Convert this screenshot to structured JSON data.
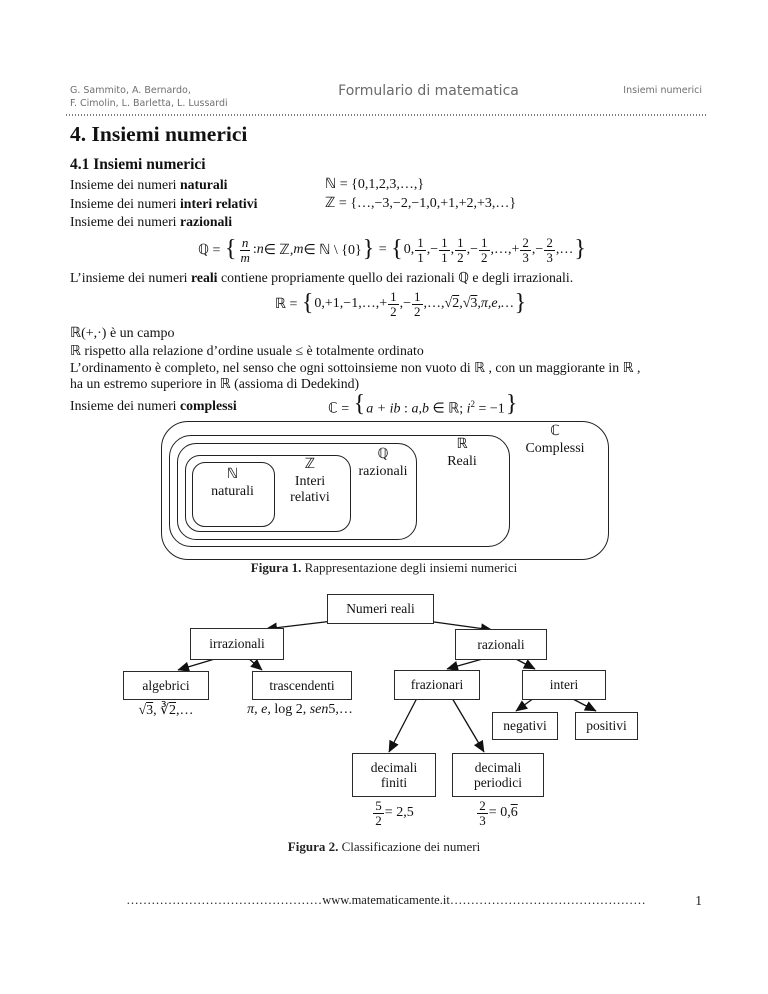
{
  "header": {
    "authors_line1": "G. Sammito, A. Bernardo,",
    "authors_line2": "F. Cimolin, L. Barletta, L. Lussardi",
    "doc_title": "Formulario di matematica",
    "section_label": "Insiemi numerici"
  },
  "headings": {
    "h1": "4. Insiemi numerici",
    "h2": "4.1 Insiemi numerici"
  },
  "lines": {
    "naturali": {
      "prefix": "Insieme dei numeri ",
      "bold": "naturali",
      "formula": "ℕ = {0,1,2,3,…,}"
    },
    "interi": {
      "prefix": "Insieme dei numeri ",
      "bold": "interi relativi",
      "formula": "ℤ = {…,−3,−2,−1,0,+1,+2,+3,…}"
    },
    "razionali": {
      "prefix": "Insieme dei numeri ",
      "bold": "razionali"
    },
    "reali": {
      "prefix": "L’insieme dei numeri ",
      "bold": "reali",
      "post": " contiene propriamente quello dei razionali ℚ e degli irrazionali."
    },
    "campo": "ℝ(+,·) è un campo",
    "ordine": "ℝ rispetto alla relazione d’ordine usuale ≤ è totalmente ordinato",
    "completo1": "L’ordinamento è completo, nel senso che ogni sottoinsieme non vuoto di ℝ , con un maggiorante in ℝ ,",
    "completo2": "ha un estremo superiore in ℝ (assioma di Dedekind)",
    "complessi": {
      "prefix": "Insieme dei numeri ",
      "bold": "complessi"
    }
  },
  "math": {
    "q": {
      "lhs": "ℚ =",
      "brace_open": "{",
      "brace_close": "}",
      "f_nm": {
        "num": "n",
        "den": "m"
      },
      "cond_colon": ": ",
      "cond_n": "n",
      "cond_mid": " ∈ ℤ, ",
      "cond_m": "m",
      "cond_end": " ∈ ℕ \\ {0}",
      "eq": "=",
      "s0": "0,",
      "f1": {
        "num": "1",
        "den": "1"
      },
      "s1": ",−",
      "f2": {
        "num": "1",
        "den": "1"
      },
      "s2": ",",
      "f3": {
        "num": "1",
        "den": "2"
      },
      "s3": ",−",
      "f4": {
        "num": "1",
        "den": "2"
      },
      "s4": ",…,+",
      "f5": {
        "num": "2",
        "den": "3"
      },
      "s5": ",−",
      "f6": {
        "num": "2",
        "den": "3"
      },
      "s6": ",…"
    },
    "r": {
      "lhs": "ℝ =",
      "brace_open": "{",
      "brace_close": "}",
      "s0": "0,+1,−1,…,+",
      "f1": {
        "num": "1",
        "den": "2"
      },
      "s1": ",−",
      "f2": {
        "num": "1",
        "den": "2"
      },
      "s2": ",…,",
      "rad1": "√",
      "rad1v": "2",
      "c1": ",",
      "rad2": "√",
      "rad2v": "3",
      "s3": ",π,e,…"
    },
    "c": {
      "lhs": "ℂ =",
      "brace_open": "{",
      "brace_close": "}",
      "b1": "a + ib",
      "b2": " : ",
      "b3": "a,b",
      "b4": " ∈ ℝ; ",
      "b5": "i",
      "sup": "2",
      "b6": " = −1"
    }
  },
  "figure1": {
    "c_sym": "ℂ",
    "c_name": "Complessi",
    "r_sym": "ℝ",
    "r_name": "Reali",
    "q_sym": "ℚ",
    "q_name": "razionali",
    "z_sym": "ℤ",
    "z_name1": "Interi",
    "z_name2": "relativi",
    "n_sym": "ℕ",
    "n_name": "naturali",
    "caption_bold": "Figura 1.",
    "caption_rest": " Rappresentazione degli insiemi numerici"
  },
  "figure2": {
    "nodes": {
      "root": "Numeri reali",
      "irrazionali": "irrazionali",
      "razionali": "razionali",
      "algebrici": "algebrici",
      "trascendenti": "trascendenti",
      "frazionari": "frazionari",
      "interi": "interi",
      "negativi": "negativi",
      "positivi": "positivi",
      "dec_fin_1": "decimali",
      "dec_fin_2": "finiti",
      "dec_per_1": "decimali",
      "dec_per_2": "periodici"
    },
    "examples": {
      "alg_rad1": "√",
      "alg_v1": "3",
      "alg_sep": ", ",
      "alg_rad2": "∛",
      "alg_v2": "2",
      "alg_tail": ",…",
      "tra_i1": "π, e,",
      "tra_r1": " log 2, ",
      "tra_i2": "sen",
      "tra_r2": "5,…",
      "fin_f": {
        "num": "5",
        "den": "2"
      },
      "fin_eq": " = 2,5",
      "per_f": {
        "num": "2",
        "den": "3"
      },
      "per_eq": " = 0,",
      "per_bar": "6"
    },
    "caption_bold": "Figura 2.",
    "caption_rest": " Classificazione dei numeri"
  },
  "footer": {
    "dots_left": "………………………………………………",
    "url": "www.matematicamente.it ",
    "dots_right": "………………………………………………",
    "page": "1"
  }
}
